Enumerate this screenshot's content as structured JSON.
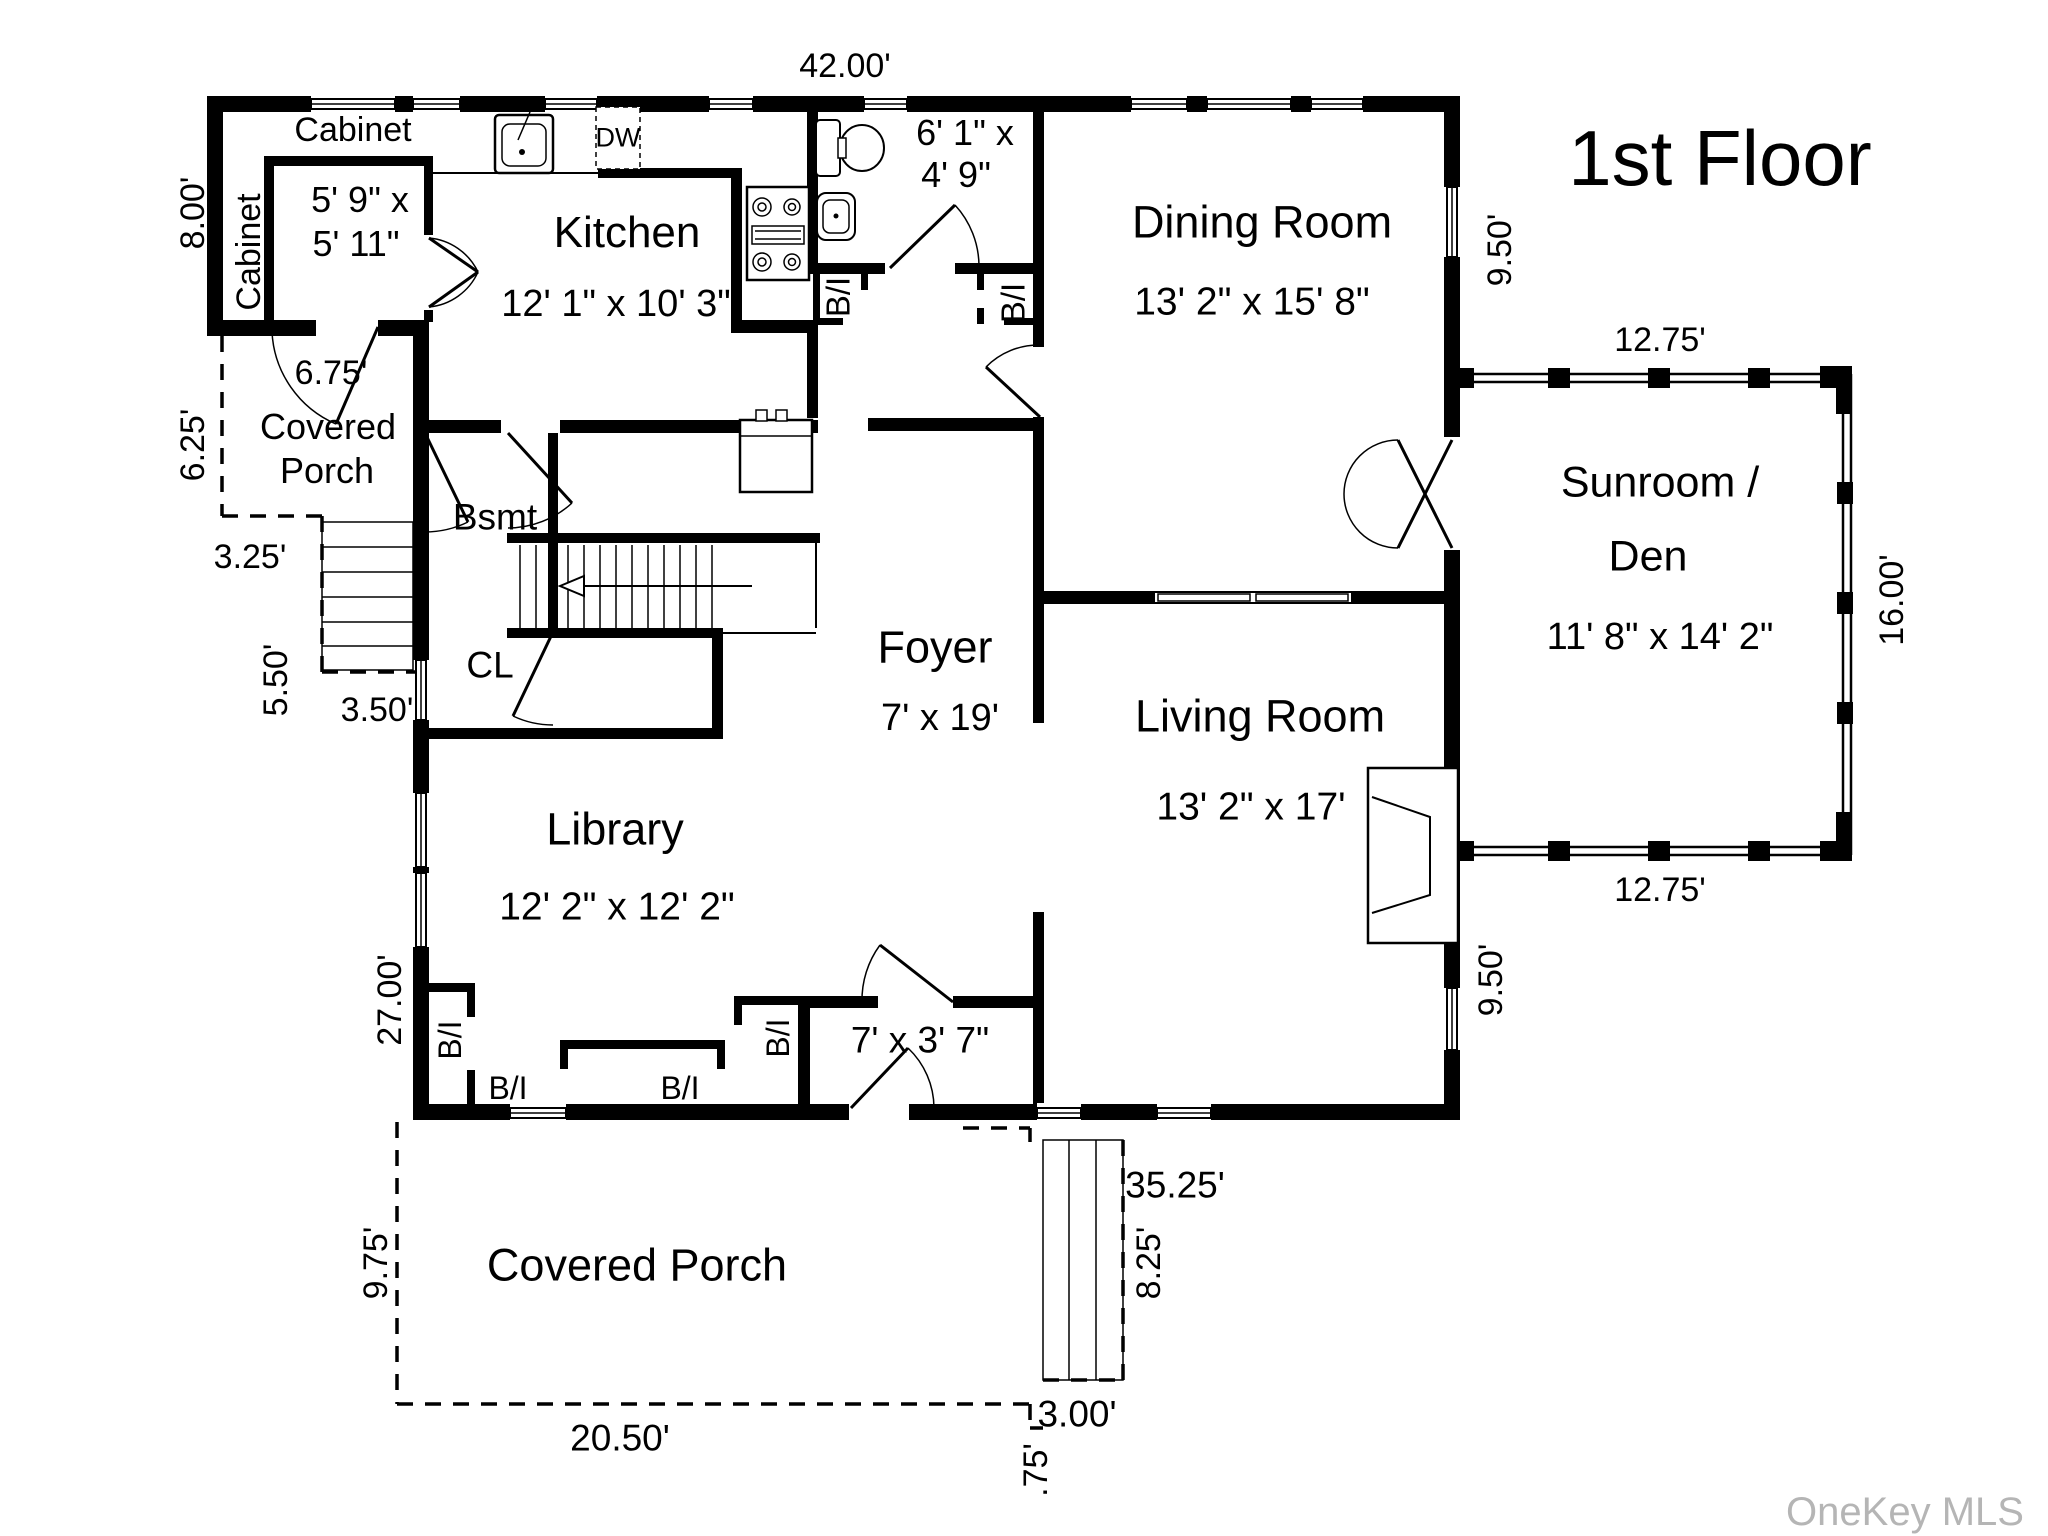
{
  "title": "1st Floor",
  "watermark": "OneKey MLS",
  "rooms": {
    "kitchen": {
      "name": "Kitchen",
      "dims": "12' 1\" x 10' 3\""
    },
    "dining": {
      "name": "Dining Room",
      "dims": "13' 2\" x 15' 8\""
    },
    "living": {
      "name": "Living Room",
      "dims": "13' 2\" x 17'"
    },
    "library": {
      "name": "Library",
      "dims": "12' 2\" x 12' 2\""
    },
    "foyer": {
      "name": "Foyer",
      "dims": "7' x 19'"
    },
    "sunroom": {
      "name_line1": "Sunroom /",
      "name_line2": "Den",
      "dims": "11' 8\" x 14' 2\""
    },
    "bath": {
      "dims_line1": "6' 1\" x",
      "dims_line2": "4' 9\""
    },
    "cabinet_room": {
      "dims_line1": "5' 9\" x",
      "dims_line2": "5' 11\""
    },
    "hall": {
      "dims": "7' x 3' 7\""
    },
    "porch_upper": {
      "name_line1": "Covered",
      "name_line2": "Porch"
    },
    "porch_lower": {
      "name": "Covered Porch"
    },
    "basement": {
      "label": "Bsmt"
    },
    "closet": {
      "label": "CL"
    }
  },
  "cabinets": {
    "top": "Cabinet",
    "side": "Cabinet"
  },
  "fixtures": {
    "dw": "DW",
    "built_in": "B/I"
  },
  "dimensions": {
    "top": "42.00'",
    "cab_height": "8.00'",
    "porch1_height": "6.25'",
    "porch1_width": "6.75'",
    "steps_offset": "3.25'",
    "steps_height": "5.50'",
    "steps_width": "3.50'",
    "dining_side": "9.50'",
    "living_side": "9.50'",
    "sunroom_top": "12.75'",
    "sunroom_bottom": "12.75'",
    "sunroom_side": "16.00'",
    "library_side": "27.00'",
    "porch2_height": "9.75'",
    "porch2_width": "20.50'",
    "bottom": "35.25'",
    "walk_height": "8.25'",
    "walk_width": "3.00'",
    "walk_offset": ".75'"
  }
}
